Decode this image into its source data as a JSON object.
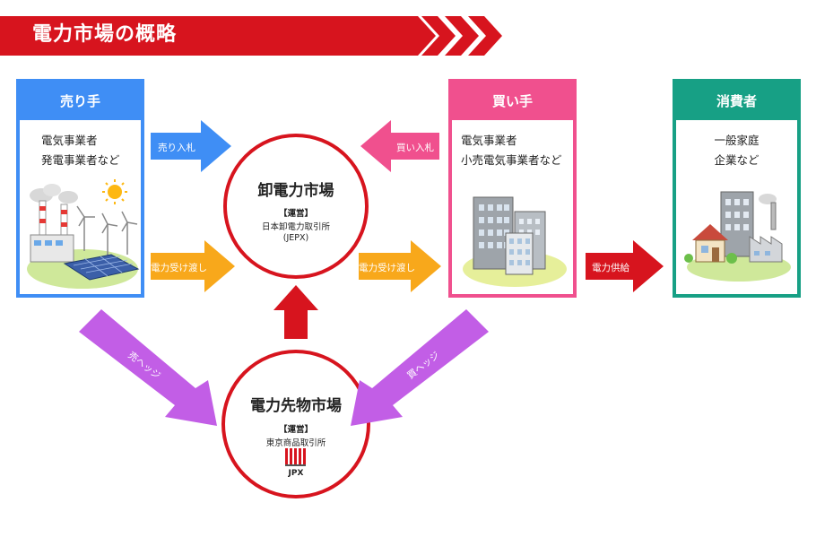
{
  "title": "電力市場の概略",
  "seller": {
    "header": "売り手",
    "lines": [
      "電気事業者",
      "発電事業者など"
    ]
  },
  "buyer": {
    "header": "買い手",
    "lines": [
      "電気事業者",
      "小売電気事業者など"
    ]
  },
  "consumer": {
    "header": "消費者",
    "lines": [
      "一般家庭",
      "企業など"
    ]
  },
  "wholesale_market": {
    "name": "卸電力市場",
    "operator_label": "【運営】",
    "operator": "日本卸電力取引所",
    "operator_abbr": "(JEPX)"
  },
  "futures_market": {
    "name": "電力先物市場",
    "operator_label": "【運営】",
    "operator": "東京商品取引所",
    "logo_text": "JPX"
  },
  "arrows": {
    "sell_bid": "売り入札",
    "buy_bid": "買い入札",
    "delivery_left": "電力受け渡し",
    "delivery_right": "電力受け渡し",
    "supply": "電力供給",
    "sell_hedge": "売ヘッジ",
    "buy_hedge": "買ヘッジ"
  },
  "colors": {
    "red": "#d7141e",
    "blue": "#3f8ef5",
    "pink": "#f0508e",
    "green": "#17a085",
    "orange": "#f8a81b",
    "purple": "#c25ee6"
  }
}
